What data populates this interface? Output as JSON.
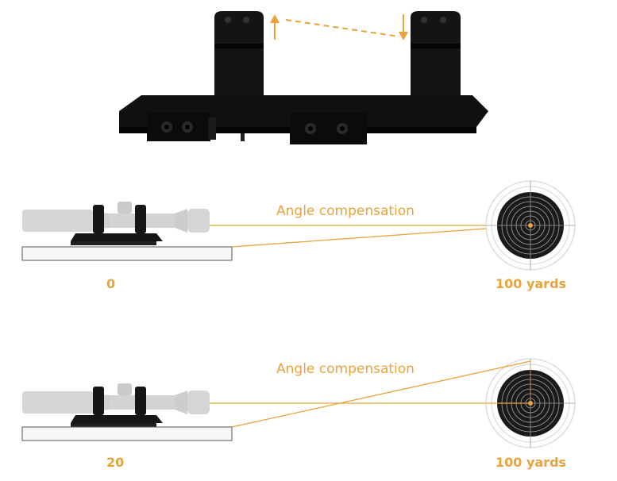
{
  "colors": {
    "accent": "#E8A33A",
    "metal": "#141414",
    "scope": "#d4d4d4",
    "base": "#f7f7f7"
  },
  "panels": [
    {
      "angle_label": "Angle compensation",
      "value_label": "0",
      "distance_label": "100 yards"
    },
    {
      "angle_label": "Angle compensation",
      "value_label": "20",
      "distance_label": "100 yards"
    }
  ]
}
